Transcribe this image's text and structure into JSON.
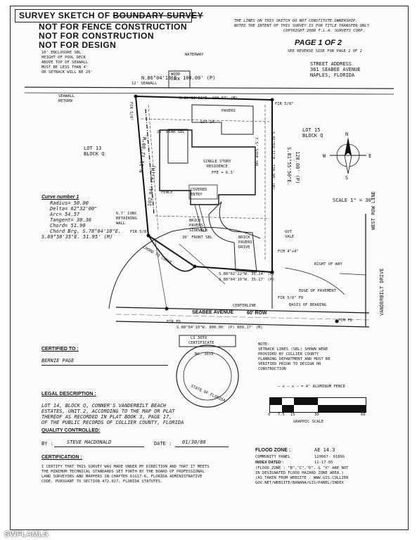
{
  "header": {
    "title_prefix": "SURVEY SKETCH OF",
    "title_suffix": "BOUNDARY SURVEY",
    "not_fence": "NOT FOR FENCE CONSTRUCTION",
    "not_construction": "NOT FOR CONSTRUCTION",
    "not_design": "NOT FOR DESIGN",
    "note_lines": [
      "THE LINES ON THIS SKETCH DO NOT CONSTITUTE OWNERSHIP.",
      "NOTED THE INTENT OF THIS SURVEY IS FOR TITLE TRANSFER ONLY",
      "COPYRIGHT 2008 F.L.A. SURVEYS CORP."
    ],
    "page": "PAGE 1 OF 2",
    "reverse_note": "SEE REVERSE SIDE FOR PAGE 2 OF 2",
    "address_label": "STREET ADDRESS",
    "address_line1": "361 SEABEE AVENUE",
    "address_line2": "NAPLES, FLORIDA"
  },
  "enclosure_note": [
    "10' ENCLOSURE SBL",
    "HEIGHT OF POOL DECK",
    "ABOVE TOP OF SEAWALL",
    "MUST BE LESS THAN 4'",
    "OR SETBACK WILL BE 20'"
  ],
  "sketch": {
    "waterway": "WATERWAY",
    "wood_dock": "WOOD\nDOCK",
    "seawall": "12' SEAWALL",
    "seawall_return": "SEAWALL\nRETURN",
    "top_bearing": "N.86°04'10\"E. 100.00' (P)",
    "rear_bearing": "N.86°13'52\"E. 100.67' (M)",
    "lot13": "LOT 13",
    "lot13_block": "BLOCK Q",
    "lot14": "LOT 14",
    "lot15": "LOT 15",
    "lot15_block": "BLOCK Q",
    "pavers": "PAVERS",
    "rear_sbl": "25' REAR SBL",
    "residence": "SINGLE STORY\nRESIDENCE",
    "ffe": "FFE = 6.3'",
    "covered_entry": "COVERED\nENTRY",
    "fence": "FENCE",
    "brick_pavers_sidewalk": "BRICK\nPAVERS\nSIDEWALK",
    "brick_pavers_drive": "BRICK\nPAVERS\nDRIVE",
    "front_sbl": "30' FRONT SBL",
    "side_sbl": "7.5' SIDE SBL",
    "left_bearing": "N.11°12'00\"W.",
    "left_dist": "102.04' (P)(M)",
    "right_bearing": "S.01°55'50\"E.",
    "right_dist": "120.00' (P)",
    "right_meas": "S.01°59'11\"E. 120.98' (M)",
    "chord_label": "CHORD TO CURVE",
    "front_bearing1": "S.88°02'22\"W. 35.24' (M)",
    "front_bearing2": "S.88°04'10\"W. 35.17' (P)",
    "edge_pavement": "EDGE OF PAVEMENT",
    "basis_bearing": "BASIS OF BEARING",
    "right_of_way": "RIGHT OF WAY",
    "street": "SEABEE AVENUE",
    "street_width": "60' ROW",
    "centerline": "CENTERLINE",
    "bottom_bearing": "S.88°04'10\"W. 800.00' (P) 800.17' (M)",
    "west_row": "WEST ROW LINE",
    "vanderbilt": "VANDERBILT DRIVE",
    "scale": "SCALE 1\" = 30'",
    "gut_vale": "GUT\nVALE",
    "concrete_wall": "6.7' CONC\nRETAINING\nWALL",
    "fir_labels": [
      "FIR 5/8\"",
      "FIR 5/8\"",
      "FIR 5/8\"",
      "FCM 4\"x4\"",
      "FIR 5/8\" FD",
      "FIR FD",
      "FCM FD"
    ]
  },
  "curve": {
    "title": "Curve number 1",
    "rows": [
      "Radius= 50.00",
      "Delta= 62°32'00\"",
      "Arc= 54.57",
      "Tangent= 30.36",
      "Chord= 51.90",
      "Chord Brg. S.78°04'10\"E."
    ],
    "extra": "S.69°58'35\"E. 51.95' (M)"
  },
  "certified": {
    "label": "CERTIFIED TO :",
    "name": "BERNIE PAGE"
  },
  "seal": {
    "top": "LS 3659",
    "cert": "CERTIFICATE",
    "no": "NO. 3659",
    "state": "STATE OF FLORIDA"
  },
  "notes": {
    "label": "NOTE:",
    "lines": [
      "SETBACK LINES (SBL) SHOWN WERE",
      "PROVIDED BY COLLIER COUNTY",
      "PLANNING DEPARTMENT AND MUST BE",
      "VERIFIED PRIOR TO DESIGN OR",
      "CONSTRUCTION"
    ],
    "fence_legend": "= 4' ALUMINUM FENCE",
    "graphic_scale": "GRAPHIC SCALE",
    "scale_ticks": [
      "0",
      "7.5",
      "15",
      "30",
      "60"
    ]
  },
  "legal": {
    "label": "LEGAL DESCRIPTION :",
    "lines": [
      "LOT 14, BLOCK Q, CONNER'S VANDERBILT BEACH",
      "ESTATES, UNIT 2, ACCORDING TO THE MAP OR PLAT",
      "THEREOF AS RECORDED IN PLAT BOOK 3, PAGE 17,",
      "OF THE PUBLIC RECORDS OF COLLIER COUNTY, FLORIDA"
    ]
  },
  "quality": {
    "label": "QUALITY CONTROLLED:",
    "by_label": "BY :",
    "by_value": "STEVE MACDONALD",
    "date_label": "DATE :",
    "date_value": "01/30/08"
  },
  "certification": {
    "label": "CERTIFICATION :",
    "lines": [
      "I CERTIFY THAT THIS SURVEY WAS MADE UNDER MY DIRECTION AND THAT IT MEETS",
      "THE MINIMUM TECHNICAL STANDARDS SET FORTH BY THE BOARD OF PROFESSIONAL",
      "LAND SURVEYORS AND MAPPERS IN CHAPTER 61G17-6, FLORIDA ADMINISTRATIVE",
      "CODE, PURSUANT TO SECTION 472.027, FLORIDA STATUTES."
    ]
  },
  "flood": {
    "zone_label": "FLOOD ZONE :",
    "zone_value": "AE 14.3",
    "panel_label": "COMMUNITY PANEL",
    "panel_value": "120067- 0189G",
    "index_label": "INDEX DATED :",
    "index_value": "11-17-05",
    "lines": [
      "(FLOOD ZONE : \"B\",\"C\",\"D\", & \"X\" ARE NOT",
      "IN DESIGNATED FLOOD HAZARD ZONE AREA.)",
      "(AS TAKEN FROM WEBSITE - WWW.GIS.COLLIER",
      "GOV.NET/WEBSITE/BANANA/GIS/PANEL/INDEX"
    ]
  },
  "watermark": "SWFLAMLS"
}
